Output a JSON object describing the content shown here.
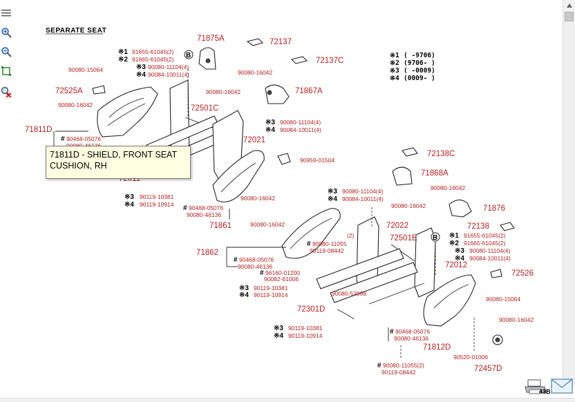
{
  "diagram": {
    "title": "SEPARATE  SEAT",
    "legend": [
      {
        "mark": "※1",
        "text": "(      -9706)"
      },
      {
        "mark": "※2",
        "text": "(9706-      )"
      },
      {
        "mark": "※3",
        "text": "(      -0009)"
      },
      {
        "mark": "※4",
        "text": "(0009-      )"
      }
    ],
    "callouts": {
      "c71875A": "71875A",
      "c72137": "72137",
      "c72137C": "72137C",
      "c91655a": "91655-61045(2)",
      "c91665a": "91665-61045(2)",
      "c90080_11104a": "90080-11104(4)",
      "c90084_10011a": "90084-10011(4)",
      "c90080_15064a": "90080-15064",
      "c72525A": "72525A",
      "c90080_16042a": "90080-16042",
      "c90080_16042b": "90080-16042",
      "c90080_16042c": "90080-16042",
      "c71867A": "71867A",
      "c72501C": "72501C",
      "c90080_11104b": "90080-11104(4)",
      "c90084_10011b": "90084-10011(4)",
      "c71811D": "71811D",
      "c90468a": "90468-05076",
      "c90080_46136a": "90080-46136",
      "c72021": "72021",
      "c90959": "90959-01504",
      "c72138C": "72138C",
      "c71868A": "71868A",
      "c90080_16042d": "90080-16042",
      "c72011": "72011",
      "c90119_10381a": "90119-10381",
      "c90119_10914a": "90119-10914",
      "c90468b": "90468-05076",
      "c90080_46136b": "90080-46136",
      "c71861": "71861",
      "c90080_16042e": "90080-16042",
      "c90080_11104c": "90080-11104(4)",
      "c90084_10011c": "90084-10011(4)",
      "c90080_16042f": "90080-16042",
      "c71876": "71876",
      "c72022": "72022",
      "c72138": "72138",
      "c90080_16042g": "90080-16042",
      "c91655b": "91655-61045(2)",
      "c91665b": "91665-61045(2)",
      "c72501E": "72501E",
      "c90080_11104d": "90080-11104(4)",
      "c90084_10011d": "90084-10011(4)",
      "c71862": "71862",
      "c90080_11055a": "90080-11055",
      "c90119_08442a": "90119-08442",
      "c2": "(2)",
      "c72012": "72012",
      "c90468c": "90468-05076",
      "c90080_46136c": "90080-46136",
      "c72526": "72526",
      "c96160": "96160-01200",
      "c90082": "90082-61006",
      "c90119_10381b": "90119-10381",
      "c90119_10914b": "90119-10914",
      "c90080_52068": "90080-52068",
      "c90080_15064b": "90080-15064",
      "c72301D": "72301D",
      "c90080_16042h": "90080-16042",
      "c90119_10381c": "90119-10381",
      "c90119_10914c": "90119-10914",
      "c90468d": "90468-05076",
      "c90080_46136d": "90080-46136",
      "c71812D": "71812D",
      "c90520": "90520-01006",
      "c72457D": "72457D",
      "c90080_11055b": "90080-11055(2)",
      "c90119_08442b": "90119-08442"
    },
    "marks": {
      "m1": "※1",
      "m2": "※2",
      "m3": "※3",
      "m4": "※4",
      "m3b": "※3",
      "m4b": "※4",
      "m3c": "※3",
      "m4c": "※4",
      "m3d": "※3",
      "m4d": "※4",
      "m1b": "※1",
      "m2b": "※2",
      "m3e": "※3",
      "m4e": "※4",
      "m3f": "※3",
      "m4f": "※4",
      "m3g": "※3",
      "m4g": "※4",
      "hash1": "#",
      "hash2": "#",
      "hash3": "#",
      "hash4": "#",
      "hash5": "#",
      "hash6": "#",
      "hash7": "#",
      "b1": "B",
      "b2": "B"
    }
  },
  "tooltip": {
    "line1": "71811D - SHIELD, FRONT SEAT",
    "line2": "CUSHION, RH"
  },
  "bottom_code": "43B",
  "icons": {
    "toolbar": [
      "list-icon",
      "zoom-in-icon",
      "zoom-out-icon",
      "fit-page-icon",
      "reset-zoom-icon"
    ],
    "print": "printer-icon",
    "mail": "mail-icon"
  }
}
